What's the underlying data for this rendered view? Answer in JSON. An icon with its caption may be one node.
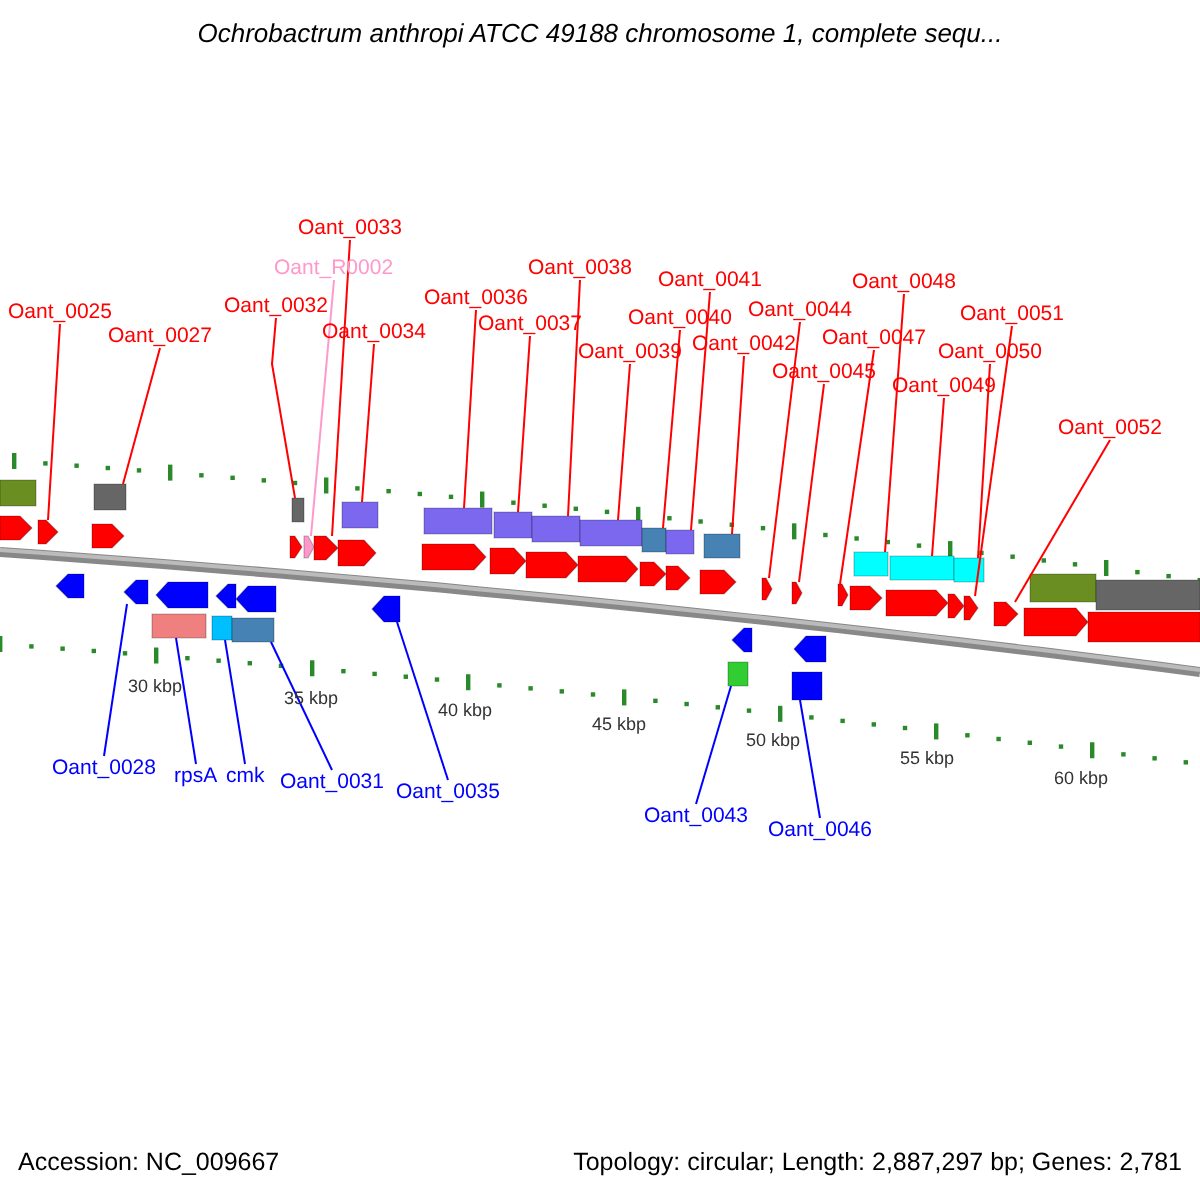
{
  "diagram": {
    "title": "Ochrobactrum anthropi ATCC 49188 chromosome 1, complete sequ...",
    "nodes": [
      {
        "text": [
          "Oant_0025"
        ]
      },
      {
        "text": [
          "Oant_0027"
        ]
      },
      {
        "text": [
          "Oant_0032"
        ]
      },
      {
        "text": [
          "Oant_R0002"
        ]
      },
      {
        "text": [
          "Oant_0033"
        ]
      },
      {
        "text": [
          "Oant_0034"
        ]
      },
      {
        "text": [
          "Oant_0036"
        ]
      },
      {
        "text": [
          "Oant_0037"
        ]
      },
      {
        "text": [
          "Oant_0038"
        ]
      },
      {
        "text": [
          "Oant_0039"
        ]
      },
      {
        "text": [
          "Oant_0040"
        ]
      },
      {
        "text": [
          "Oant_0041"
        ]
      },
      {
        "text": [
          "Oant_0042"
        ]
      },
      {
        "text": [
          "Oant_0044"
        ]
      },
      {
        "text": [
          "Oant_0045"
        ]
      },
      {
        "text": [
          "Oant_0047"
        ]
      },
      {
        "text": [
          "Oant_0048"
        ]
      },
      {
        "text": [
          "Oant_0049"
        ]
      },
      {
        "text": [
          "Oant_0050"
        ]
      },
      {
        "text": [
          "Oant_0051"
        ]
      },
      {
        "text": [
          "Oant_0052"
        ]
      },
      {
        "text": [
          "Oant_0028"
        ]
      },
      {
        "text": [
          "rpsA"
        ]
      },
      {
        "text": [
          "cmk"
        ]
      },
      {
        "text": [
          "Oant_0031"
        ]
      },
      {
        "text": [
          "Oant_0035"
        ]
      },
      {
        "text": [
          "Oant_0043"
        ]
      },
      {
        "text": [
          "Oant_0046"
        ]
      },
      {
        "text": [],
        "shape": "pentagon"
      },
      {
        "text": [],
        "shape": "bar"
      },
      {
        "text": [],
        "shape": "pentagon"
      },
      {
        "text": [],
        "shape": "bar"
      },
      {
        "text": [],
        "shape": "bar"
      },
      {
        "text": [],
        "shape": "bar"
      },
      {
        "text": [],
        "shape": "bar"
      },
      {
        "text": [],
        "shape": "pentagon"
      },
      {
        "text": [],
        "shape": "pentagon"
      },
      {
        "text": [],
        "shape": "bar"
      },
      {
        "text": [],
        "shape": "pentagon"
      },
      {
        "text": [],
        "shape": "bar"
      },
      {
        "text": [],
        "shape": "bar"
      },
      {
        "text": [],
        "shape": "bar"
      },
      {
        "text": [],
        "shape": "bar"
      },
      {
        "text": [],
        "shape": "bar"
      },
      {
        "text": [],
        "shape": "bar"
      },
      {
        "text": [],
        "shape": "bar"
      },
      {
        "text": [],
        "shape": "bar"
      },
      {
        "text": [],
        "shape": "pentagon"
      },
      {
        "text": [],
        "shape": "pentagon"
      },
      {
        "text": [],
        "shape": "bar"
      },
      {
        "text": [],
        "shape": "pentagon"
      },
      {
        "text": [],
        "shape": "bar"
      },
      {
        "text": [],
        "shape": "bar"
      },
      {
        "text": [],
        "shape": "bar"
      },
      {
        "text": [],
        "shape": "pentagon"
      },
      {
        "text": [],
        "shape": "pentagon"
      },
      {
        "text": [],
        "shape": "pentagon"
      },
      {
        "text": [],
        "shape": "pentagon"
      },
      {
        "text": [],
        "shape": "pentagon"
      },
      {
        "text": [],
        "shape": "pentagon"
      },
      {
        "text": [],
        "shape": "pentagon"
      },
      {
        "text": [],
        "shape": "pentagon"
      },
      {
        "text": [],
        "shape": "pentagon"
      },
      {
        "text": [],
        "shape": "pentagon"
      },
      {
        "text": [],
        "shape": "pentagon"
      },
      {
        "text": [],
        "shape": "pentagon"
      },
      {
        "text": [],
        "shape": "pentagon"
      },
      {
        "text": [],
        "shape": "pentagon"
      },
      {
        "text": [],
        "shape": "pentagon"
      },
      {
        "text": [],
        "shape": "pentagon"
      },
      {
        "text": [],
        "shape": "pentagon"
      },
      {
        "text": [],
        "shape": "bar"
      },
      {
        "text": [],
        "shape": "bar"
      },
      {
        "text": [],
        "shape": "bar"
      },
      {
        "text": [],
        "shape": "bar"
      },
      {
        "text": [],
        "shape": "pentagon"
      },
      {
        "text": [],
        "shape": "pentagon"
      },
      {
        "text": [],
        "shape": "pentagon"
      },
      {
        "text": [],
        "shape": "pentagon"
      },
      {
        "text": [],
        "shape": "pentagon"
      },
      {
        "text": [],
        "shape": "pentagon"
      }
    ],
    "edges": [
      {
        "from": 0,
        "to": 28,
        "arrow": "none"
      },
      {
        "from": 1,
        "to": 29,
        "arrow": "none"
      },
      {
        "from": 2,
        "to": 34,
        "arrow": "none"
      },
      {
        "from": 3,
        "to": 35,
        "arrow": "none",
        "color": "#ff99cc"
      },
      {
        "from": 4,
        "to": 36,
        "arrow": "none"
      },
      {
        "from": 5,
        "to": 37,
        "arrow": "none"
      },
      {
        "from": 6,
        "to": 39,
        "arrow": "none"
      },
      {
        "from": 7,
        "to": 40,
        "arrow": "none"
      },
      {
        "from": 8,
        "to": 41,
        "arrow": "none"
      },
      {
        "from": 9,
        "to": 42,
        "arrow": "none"
      },
      {
        "from": 10,
        "to": 43,
        "arrow": "none"
      },
      {
        "from": 11,
        "to": 44,
        "arrow": "none"
      },
      {
        "from": 12,
        "to": 45,
        "arrow": "none"
      },
      {
        "from": 13,
        "to": 47,
        "arrow": "none"
      },
      {
        "from": 14,
        "to": 48,
        "arrow": "none"
      },
      {
        "from": 15,
        "to": 50,
        "arrow": "none"
      },
      {
        "from": 16,
        "to": 51,
        "arrow": "none"
      },
      {
        "from": 17,
        "to": 52,
        "arrow": "none"
      },
      {
        "from": 18,
        "to": 53,
        "arrow": "none"
      },
      {
        "from": 19,
        "to": 54,
        "arrow": "none"
      },
      {
        "from": 20,
        "to": 55,
        "arrow": "none"
      },
      {
        "from": 21,
        "to": 30,
        "arrow": "none",
        "color": "#0000ff"
      },
      {
        "from": 22,
        "to": 31,
        "arrow": "none",
        "color": "#0000ff"
      },
      {
        "from": 23,
        "to": 32,
        "arrow": "none",
        "color": "#0000ff"
      },
      {
        "from": 24,
        "to": 33,
        "arrow": "none",
        "color": "#0000ff"
      },
      {
        "from": 25,
        "to": 38,
        "arrow": "none",
        "color": "#0000ff"
      },
      {
        "from": 26,
        "to": 46,
        "arrow": "none",
        "color": "#0000ff"
      },
      {
        "from": 27,
        "to": 49,
        "arrow": "none",
        "color": "#0000ff"
      }
    ],
    "labels": [
      "30 kbp",
      "35 kbp",
      "40 kbp",
      "45 kbp",
      "50 kbp",
      "55 kbp",
      "60 kbp",
      "Accession: NC_009667",
      "Topology: circular; Length: 2,887,297 bp; Genes: 2,781"
    ]
  }
}
